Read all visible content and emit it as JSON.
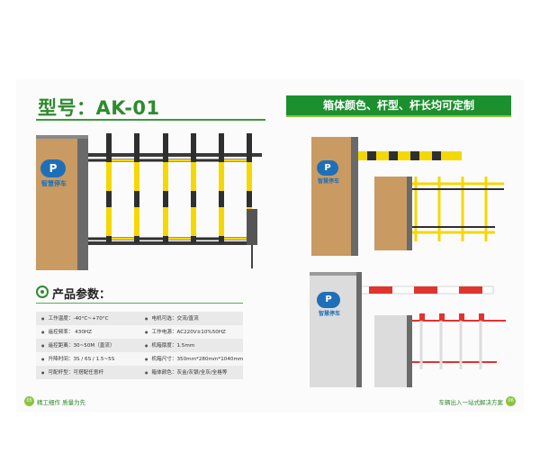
{
  "model": {
    "title": "型号：AK-01"
  },
  "banner": {
    "text": "箱体颜色、杆型、杆长均可定制"
  },
  "brand": {
    "name": "智慧停车",
    "logo_letter": "P"
  },
  "params": {
    "title": "产品参数：",
    "rows": [
      {
        "left": "工作温度：-40°C~+70°C",
        "right": "电机可选：交流/直流"
      },
      {
        "left": "遥控频率：  430HZ",
        "right": "工作电源：AC220V±10%50HZ"
      },
      {
        "left": "遥控距离：30~50M（直流）",
        "right": "机箱厚度：1.5mm"
      },
      {
        "left": "升降时间：3S / 6S / 1.5~5S",
        "right": "机箱尺寸：350mm*280mm*1040mm"
      },
      {
        "left": "可配杆型：可搭配任意杆",
        "right": "箱体颜色：灰金/灰银/全灰/全格等"
      }
    ]
  },
  "footer": {
    "left_page": "05",
    "left_text": "精工细作 质量为先",
    "right_text": "车辆出入一站式解决方案",
    "right_page": "06"
  },
  "colors": {
    "accent": "#1c8f2e",
    "housing_gold": "#c99a62",
    "barrier_yellow": "#f5d800",
    "barrier_red": "#e0342f"
  }
}
